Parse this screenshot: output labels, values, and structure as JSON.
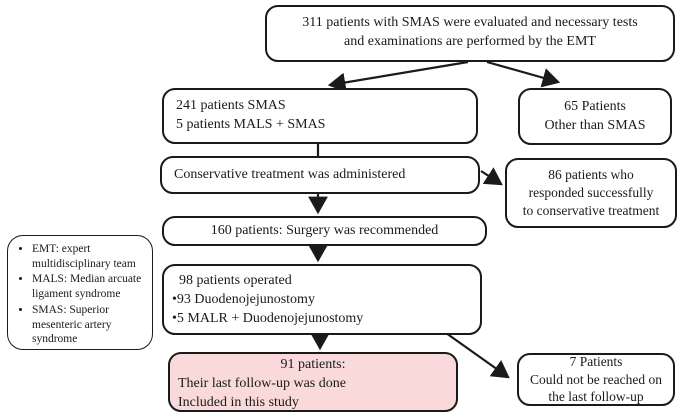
{
  "diagram": {
    "top_box": {
      "line1": "311 patients with SMAS were  evaluated and necessary tests",
      "line2": "and examinations are performed by the EMT"
    },
    "smas_box": {
      "line1": "241 patients SMAS",
      "line2": "5 patients  MALS + SMAS"
    },
    "other_box": {
      "line1": "65 Patients",
      "line2": "Other than SMAS"
    },
    "conservative_box": {
      "line1": "Conservative treatment was administered"
    },
    "responded_box": {
      "line1": "86 patients who",
      "line2": "responded successfully",
      "line3": "to conservative treatment"
    },
    "surgery_box": {
      "line1": "160 patients: Surgery was recommended"
    },
    "operated_box": {
      "line1": "98 patients operated",
      "line2": "•93  Duodenojejunostomy",
      "line3": "•5 MALR + Duodenojejunostomy"
    },
    "legend_box": {
      "items": [
        "EMT: expert multidisciplinary team",
        "MALS: Median arcuate ligament syndrome",
        "SMAS: Superior mesenteric artery syndrome"
      ]
    },
    "followup_box": {
      "line1": "91  patients:",
      "line2": "Their last follow-up was done",
      "line3": "Included in this study",
      "fill_color": "#f9d9d9"
    },
    "unreached_box": {
      "line1": "7 Patients",
      "line2": "Could not be reached on",
      "line3": "the last follow-up"
    }
  },
  "colors": {
    "border": "#1a1a1a",
    "highlight_fill": "#f9d9d9",
    "background": "#ffffff"
  }
}
